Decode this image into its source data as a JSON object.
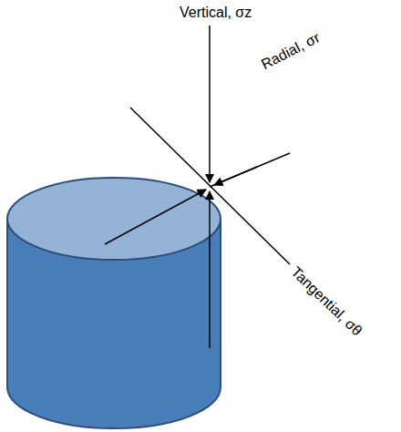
{
  "diagram": {
    "labels": [
      "Vertical, σz",
      "Radial, σr",
      "Tangential, σθ"
    ]
  }
}
